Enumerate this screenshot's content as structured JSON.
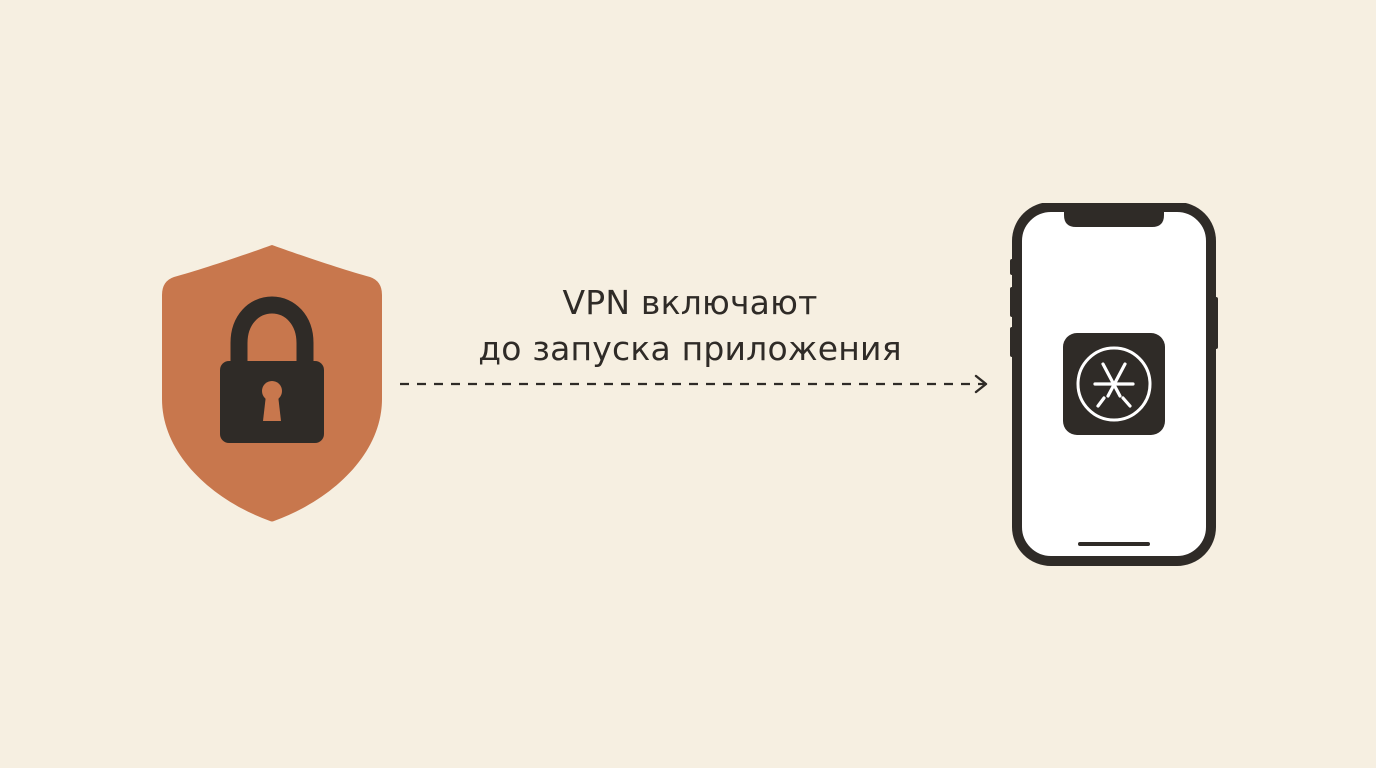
{
  "diagram": {
    "caption": {
      "line1": "VPN включают",
      "line2": "до запуска приложения"
    },
    "nodes": {
      "source": {
        "icon": "shield-lock-icon"
      },
      "target": {
        "icon": "smartphone-icon",
        "app_icon": "app-store-icon"
      }
    },
    "edge": {
      "style": "dashed-arrow",
      "direction": "left-to-right"
    }
  },
  "colors": {
    "background": "#f6efe1",
    "shield": "#c8774d",
    "ink": "#2f2b27",
    "phone_screen": "#ffffff"
  }
}
